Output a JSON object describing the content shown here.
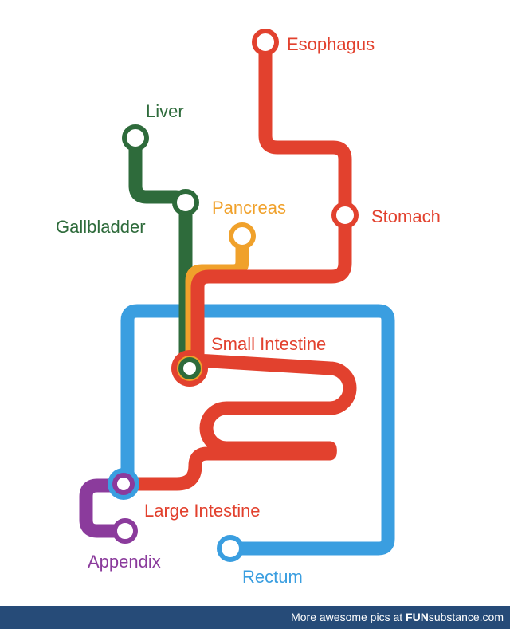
{
  "diagram": {
    "colors": {
      "digestive": "#e2412e",
      "liver": "#2e6b3b",
      "pancreas": "#f0a12b",
      "colon": "#3a9ee0",
      "appendix": "#8b3b9c"
    },
    "stations": {
      "esophagus": "Esophagus",
      "stomach": "Stomach",
      "liver": "Liver",
      "gallbladder": "Gallbladder",
      "pancreas": "Pancreas",
      "small_intestine": "Small Intestine",
      "large_intestine": "Large Intestine",
      "appendix": "Appendix",
      "rectum": "Rectum"
    }
  },
  "footer": {
    "text": "More awesome pics at",
    "brand_bold": "FUN",
    "brand_rest": "substance.com"
  }
}
